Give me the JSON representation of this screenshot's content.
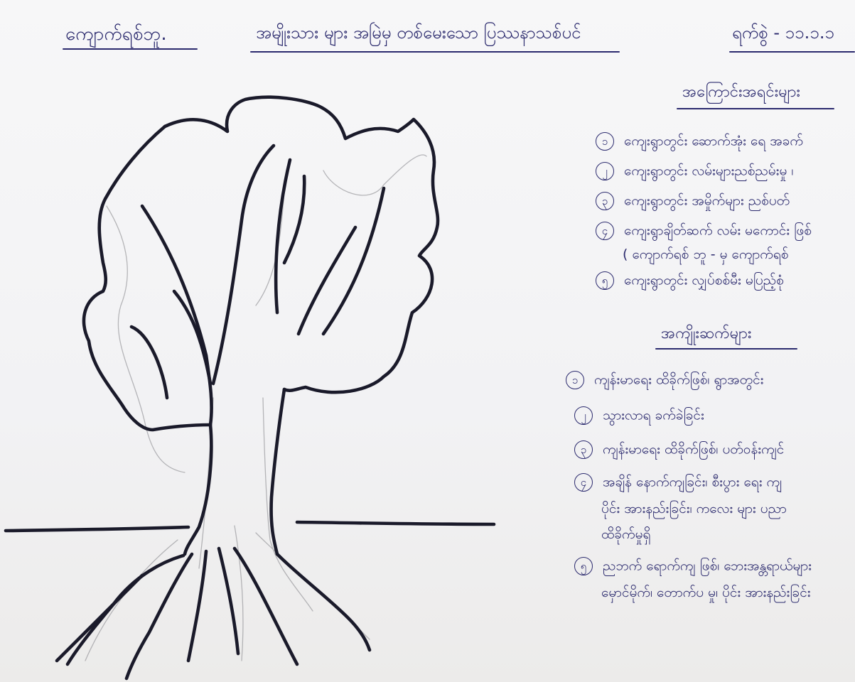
{
  "header": {
    "village": "ကျောက်ရစ်ဘူ.",
    "title": "အမျိုးသား များ အမြဲမှ တစ်မေးသော ပြဿနာသစ်ပင်",
    "date": "ရက်စွဲ - ၁၁.၁.၁"
  },
  "causes": {
    "heading": "အကြောင်းအရင်းများ",
    "items": [
      {
        "num": "၁",
        "text": "ကျေးရွာတွင်း ဆောက်အုံး ရေ အခက်"
      },
      {
        "num": "၂",
        "text": "ကျေးရွာတွင်း လမ်းများညစ်ညမ်းမှု ၊"
      },
      {
        "num": "၃",
        "text": "ကျေးရွာတွင်း အမှိုက်များ ညစ်ပတ်"
      },
      {
        "num": "၄",
        "text": "ကျေးရွာချိတ်ဆက် လမ်း မကောင်း ဖြစ်"
      },
      {
        "num": "",
        "text": "( ကျောက်ရစ် ဘူ - မှ ကျောက်ရစ်"
      },
      {
        "num": "၅",
        "text": "ကျေးရွာတွင်း လျှပ်စစ်မီး မပြည့်စုံ"
      }
    ]
  },
  "effects": {
    "heading": "အကျိုးဆက်များ",
    "items": [
      {
        "num": "၁",
        "text": "ကျန်းမာရေး ထိခိုက်ဖြစ်၊ ရွာအတွင်း"
      },
      {
        "num": "၂",
        "text": "သွားလာရ ခက်ခဲခြင်း"
      },
      {
        "num": "၃",
        "text": "ကျန်းမာရေး ထိခိုက်ဖြစ်၊ ပတ်ဝန်းကျင်"
      },
      {
        "num": "၄",
        "text": "အချိန် နောက်ကျခြင်း၊ စီးပွား ရေး ကျ"
      },
      {
        "num": "",
        "text": "ပိုင်း အားနည်းခြင်း၊ ကလေး များ ပညာ"
      },
      {
        "num": "",
        "text": "ထိခိုက်မှုရှိ"
      },
      {
        "num": "၅",
        "text": "ညဘက် ရောက်ကျ ဖြစ်၊ ဘေးအန္တရာယ်များ"
      },
      {
        "num": "",
        "text": "မှောင်မိုက်၊ တောက်ပ မှု၊ ပိုင်း အားနည်းခြင်း"
      }
    ]
  }
}
